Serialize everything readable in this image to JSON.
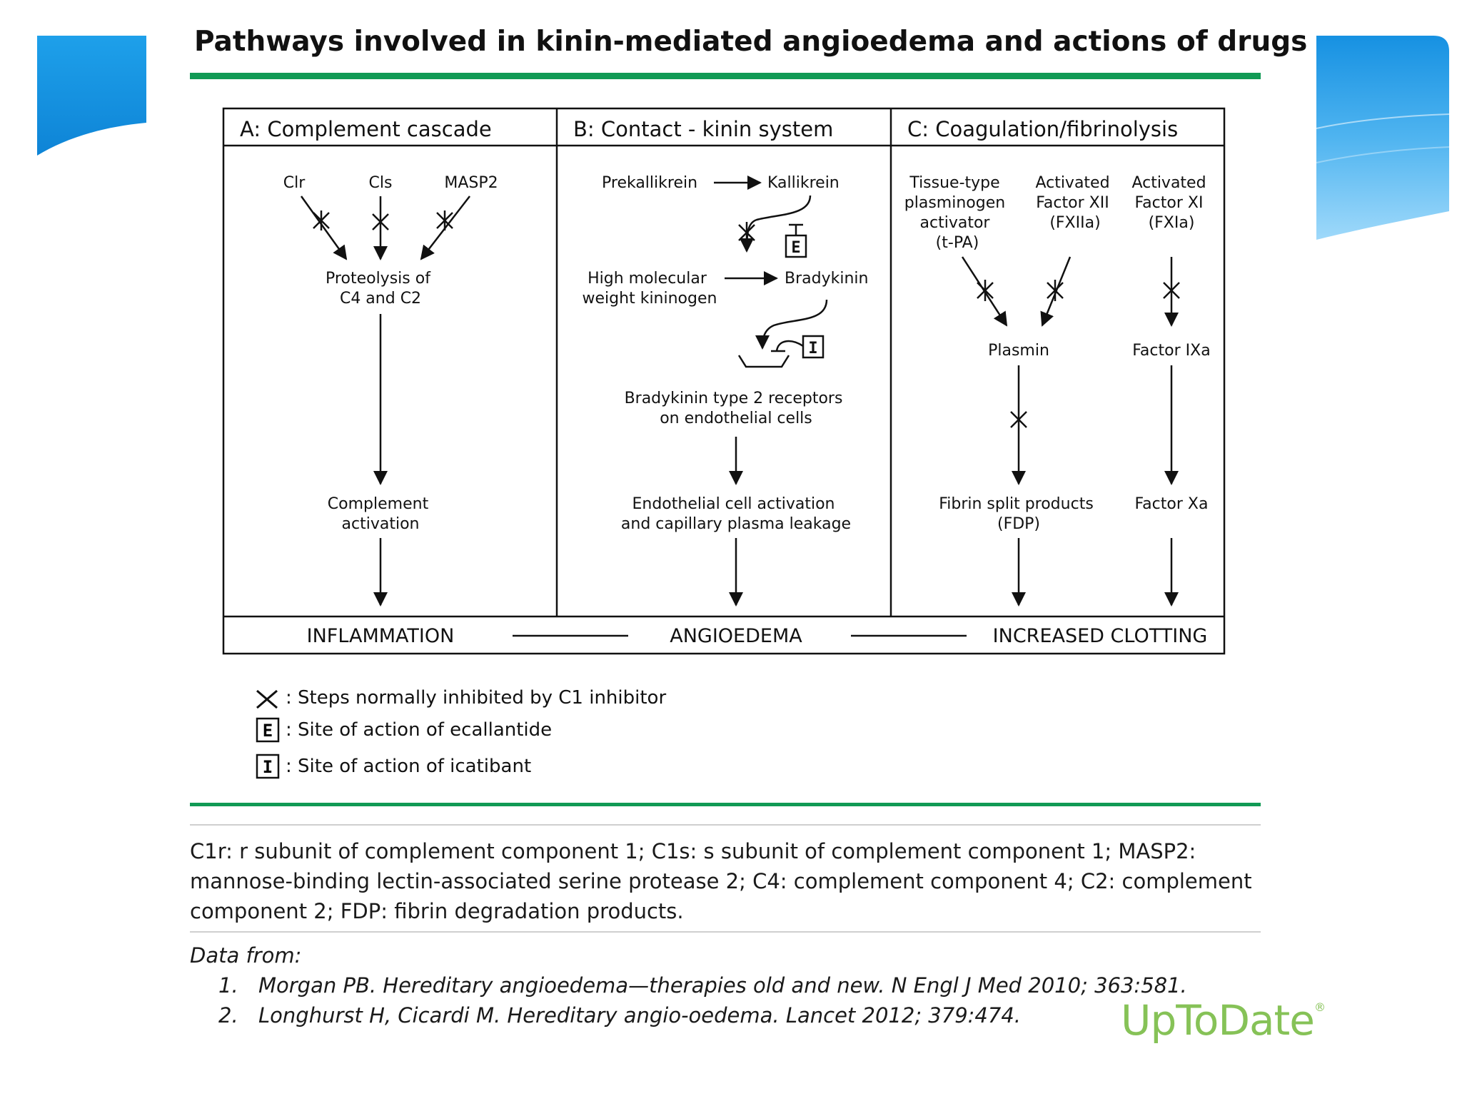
{
  "title": "Pathways involved in kinin-mediated angioedema and actions of drugs",
  "colors": {
    "accent_green": "#119a55",
    "tab_blue": "#1f9be8",
    "logo_green": "#86c257"
  },
  "panels": {
    "a": {
      "header": "A: Complement cascade",
      "inputs": [
        "Clr",
        "Cls",
        "MASP2"
      ],
      "proteolysis": [
        "Proteolysis of",
        "C4 and C2"
      ],
      "activation": [
        "Complement",
        "activation"
      ]
    },
    "b": {
      "header": "B: Contact - kinin system",
      "prekallikrein": "Prekallikrein",
      "kallikrein": "Kallikrein",
      "hmwk": [
        "High molecular",
        "weight kininogen"
      ],
      "bradykinin": "Bradykinin",
      "receptors": [
        "Bradykinin type 2 receptors",
        "on endothelial cells"
      ],
      "activation": [
        "Endothelial cell activation",
        "and capillary plasma leakage"
      ]
    },
    "c": {
      "header": "C: Coagulation/fibrinolysis",
      "tpa": [
        "Tissue-type",
        "plasminogen",
        "activator",
        "(t-PA)"
      ],
      "fxiia": [
        "Activated",
        "Factor XII",
        "(FXIIa)"
      ],
      "fxia": [
        "Activated",
        "Factor XI",
        "(FXIa)"
      ],
      "plasmin": "Plasmin",
      "factor_ixa": "Factor IXa",
      "fdp": [
        "Fibrin split products",
        "(FDP)"
      ],
      "factor_xa": "Factor Xa"
    }
  },
  "outcomes": {
    "inflammation": "INFLAMMATION",
    "angioedema": "ANGIOEDEMA",
    "clotting": "INCREASED CLOTTING"
  },
  "drug_marks": {
    "e": "E",
    "i": "I"
  },
  "legend": {
    "inhibited": ": Steps normally inhibited by C1 inhibitor",
    "ecallantide": ": Site of action of ecallantide",
    "icatibant": ": Site of action of icatibant"
  },
  "footnote": "C1r: r subunit of complement component 1; C1s: s subunit of complement component 1; MASP2: mannose-binding lectin-associated serine protease 2; C4: complement component 4; C2: complement component 2; FDP: fibrin degradation products.",
  "data_from": "Data from:",
  "references": [
    {
      "num": "1.",
      "text": "Morgan PB. Hereditary angioedema—therapies old and new. N Engl J Med 2010; 363:581."
    },
    {
      "num": "2.",
      "text": "Longhurst H, Cicardi M. Hereditary angio-oedema. Lancet 2012; 379:474."
    }
  ],
  "logo": {
    "text": "UpToDate",
    "mark": "®"
  }
}
